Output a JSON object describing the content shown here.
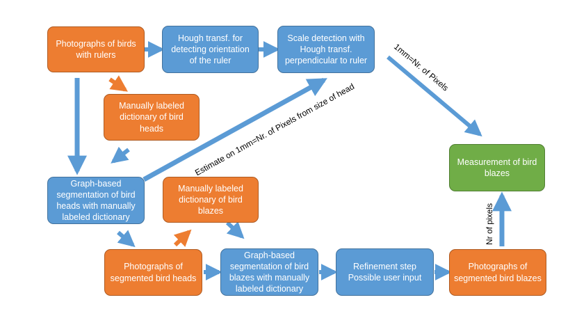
{
  "colors": {
    "orange": "#ED7D31",
    "blue": "#5B9BD5",
    "green": "#70AD47",
    "arrow": "#5B9BD5",
    "arrow_orange": "#ED7D31"
  },
  "nodes": {
    "photos_rulers": "Photographs of birds with rulers",
    "hough_orientation": "Hough transf. for detecting orientation of the ruler",
    "scale_detection": "Scale detection with Hough transf. perpendicular to ruler",
    "dict_heads": "Manually labeled dictionary of bird heads",
    "graph_seg_heads": "Graph-based segmentation of bird heads with manually labeled dictionary",
    "dict_blazes": "Manually labeled dictionary of bird blazes",
    "photos_seg_heads": "Photographs of segmented bird heads",
    "graph_seg_blazes": "Graph-based segmentation of bird blazes with manually labeled dictionary",
    "refinement": "Refinement step Possible user input",
    "photos_seg_blazes": "Photographs of segmented bird blazes",
    "measurement": "Measurement of bird blazes"
  },
  "edge_labels": {
    "scale_to_measurement": "1mm=Nr. of Pixels",
    "estimate_head": "Estimate on 1mm=Nr. of Pixels from size of head",
    "nr_pixels": "Nr of pixels"
  }
}
